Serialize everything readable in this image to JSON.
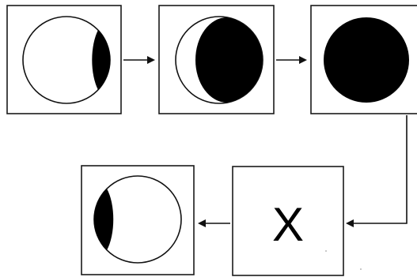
{
  "sequence": {
    "panels": [
      {
        "name": "panel-1",
        "content": "moon",
        "shape": "waxing-crescent-dark-right",
        "dark_fraction": 0.2
      },
      {
        "name": "panel-2",
        "content": "moon",
        "shape": "gibbous-dark-right",
        "dark_fraction": 0.7
      },
      {
        "name": "panel-3",
        "content": "moon",
        "shape": "full-dark",
        "dark_fraction": 1.0
      },
      {
        "name": "panel-4",
        "content": "unknown",
        "label": "X"
      },
      {
        "name": "panel-5",
        "content": "moon",
        "shape": "crescent-dark-left",
        "dark_fraction": 0.2
      }
    ],
    "flow": [
      "panel-1",
      "panel-2",
      "panel-3",
      "panel-4",
      "panel-5"
    ]
  },
  "colors": {
    "dark": "#000000",
    "light": "#ffffff",
    "line": "#111111"
  }
}
